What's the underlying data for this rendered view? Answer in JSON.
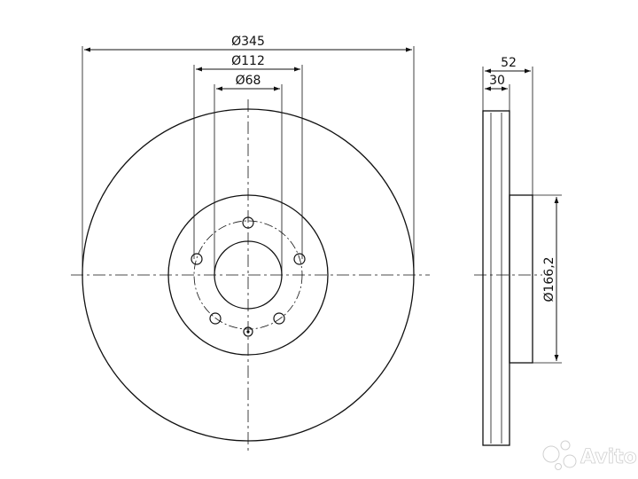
{
  "dimensions": {
    "outer_diameter": "Ø345",
    "bolt_circle_diameter": "Ø112",
    "center_bore_diameter": "Ø68",
    "total_height": "52",
    "disc_thickness": "30",
    "hub_diameter": "Ø166,2"
  },
  "watermark": {
    "text": "Avito"
  },
  "colors": {
    "line": "#111111",
    "background": "#ffffff"
  }
}
